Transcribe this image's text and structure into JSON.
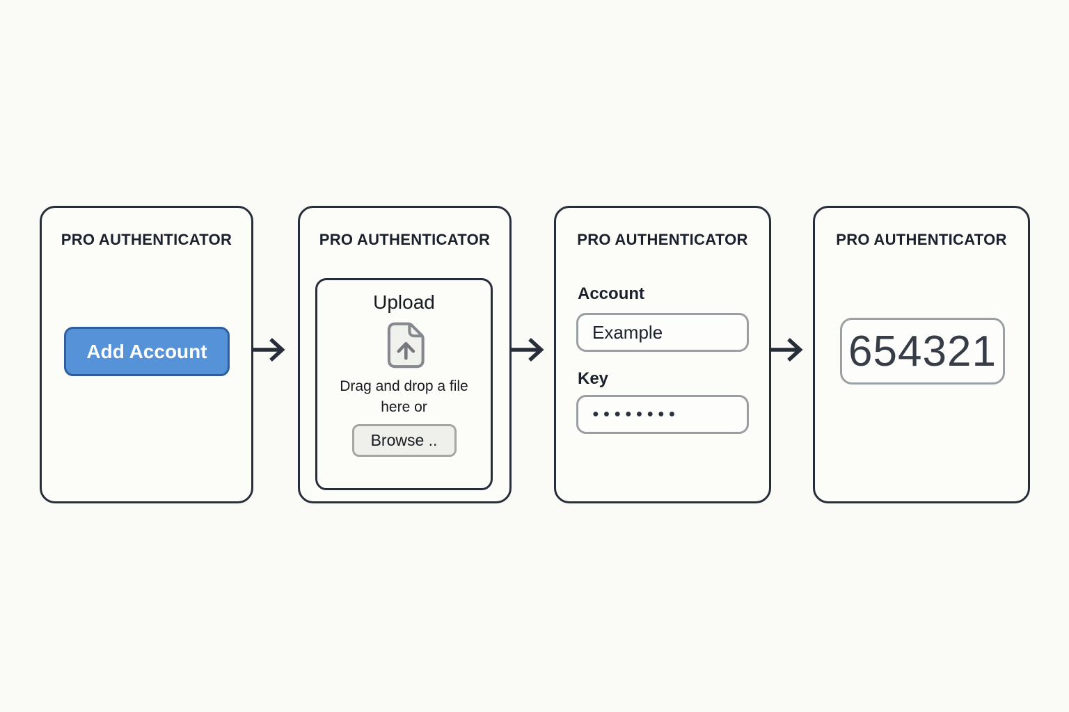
{
  "colors": {
    "page_bg": "#fafaf6",
    "panel_bg": "#fcfcf9",
    "panel_border": "#272e39",
    "title_text": "#1b212c",
    "primary_button_bg": "#5592d7",
    "primary_button_border": "#2d5f9f",
    "primary_button_text": "#ffffff",
    "secondary_button_bg": "#efefec",
    "input_border": "#9a9ea2",
    "icon_gray": "#85898e",
    "code_text": "#363d47",
    "arrow_color": "#272e39"
  },
  "panels": [
    {
      "title": "PRO AUTHENTICATOR",
      "button_label": "Add Account"
    },
    {
      "title": "PRO AUTHENTICATOR",
      "upload_title": "Upload",
      "icon": "file-upload-icon",
      "dropzone_line1": "Drag and drop a file",
      "dropzone_line2": "here or",
      "browse_label": "Browse .."
    },
    {
      "title": "PRO AUTHENTICATOR",
      "account_label": "Account",
      "account_value": "Example",
      "key_label": "Key",
      "key_masked_value": "●●●●●●●●"
    },
    {
      "title": "PRO AUTHENTICATOR",
      "code_value": "654321"
    }
  ],
  "arrows": {
    "icon": "right-arrow",
    "count": 3
  }
}
